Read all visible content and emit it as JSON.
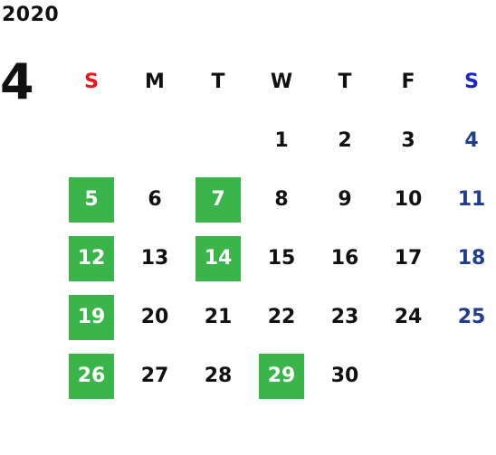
{
  "calendar": {
    "year": "2020",
    "month": "4",
    "highlight_color": "#3ab54a",
    "weekday_headers": [
      "S",
      "M",
      "T",
      "W",
      "T",
      "F",
      "S"
    ],
    "leading_blanks": 3,
    "days": [
      {
        "n": "1",
        "hl": false
      },
      {
        "n": "2",
        "hl": false
      },
      {
        "n": "3",
        "hl": false
      },
      {
        "n": "4",
        "hl": false
      },
      {
        "n": "5",
        "hl": true
      },
      {
        "n": "6",
        "hl": false
      },
      {
        "n": "7",
        "hl": true
      },
      {
        "n": "8",
        "hl": false
      },
      {
        "n": "9",
        "hl": false
      },
      {
        "n": "10",
        "hl": false
      },
      {
        "n": "11",
        "hl": false
      },
      {
        "n": "12",
        "hl": true
      },
      {
        "n": "13",
        "hl": false
      },
      {
        "n": "14",
        "hl": true
      },
      {
        "n": "15",
        "hl": false
      },
      {
        "n": "16",
        "hl": false
      },
      {
        "n": "17",
        "hl": false
      },
      {
        "n": "18",
        "hl": false
      },
      {
        "n": "19",
        "hl": true
      },
      {
        "n": "20",
        "hl": false
      },
      {
        "n": "21",
        "hl": false
      },
      {
        "n": "22",
        "hl": false
      },
      {
        "n": "23",
        "hl": false
      },
      {
        "n": "24",
        "hl": false
      },
      {
        "n": "25",
        "hl": false
      },
      {
        "n": "26",
        "hl": true
      },
      {
        "n": "27",
        "hl": false
      },
      {
        "n": "28",
        "hl": false
      },
      {
        "n": "29",
        "hl": true
      },
      {
        "n": "30",
        "hl": false
      }
    ]
  }
}
